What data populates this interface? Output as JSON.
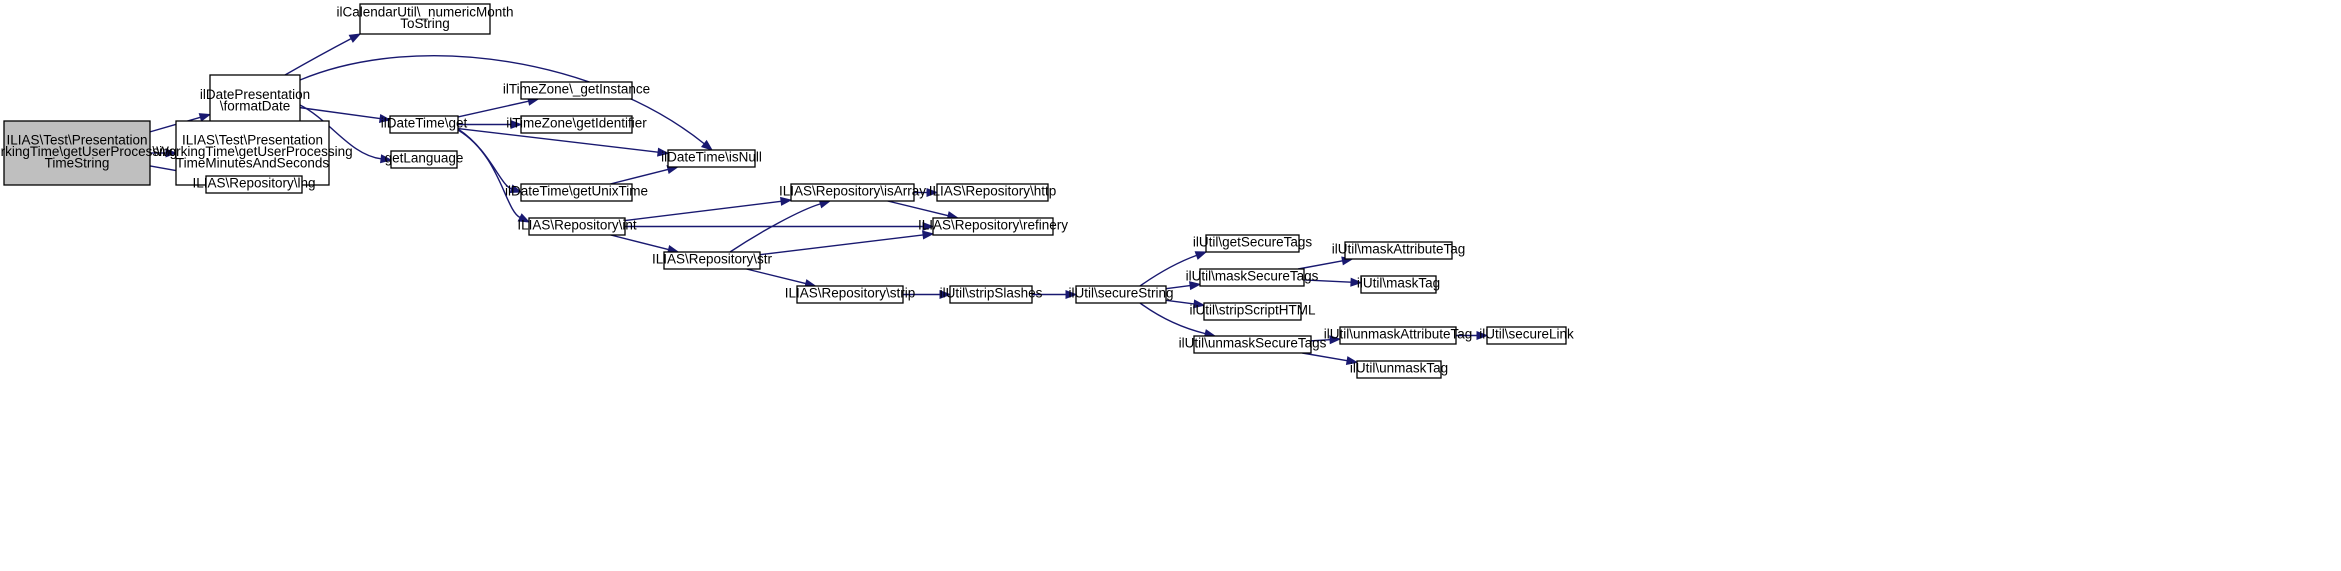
{
  "graph": {
    "edge_color": "#191970",
    "root_fill": "#bfbfbf",
    "nodes": [
      {
        "id": "root",
        "lines": [
          "ILIAS\\Test\\Presentation",
          "\\WorkingTime\\getUserProcessing",
          "TimeString"
        ],
        "root": true
      },
      {
        "id": "formatDate",
        "lines": [
          "ilDatePresentation",
          "\\formatDate"
        ]
      },
      {
        "id": "getMinSec",
        "lines": [
          "ILIAS\\Test\\Presentation",
          "\\WorkingTime\\getUserProcessing",
          "TimeMinutesAndSeconds"
        ]
      },
      {
        "id": "lng",
        "lines": [
          "ILIAS\\Repository\\lng"
        ]
      },
      {
        "id": "numericMonth",
        "lines": [
          "ilCalendarUtil\\_numericMonth",
          "ToString"
        ]
      },
      {
        "id": "dtGet",
        "lines": [
          "ilDateTime\\get"
        ]
      },
      {
        "id": "getLanguage",
        "lines": [
          "getLanguage"
        ]
      },
      {
        "id": "tzGetInstance",
        "lines": [
          "ilTimeZone\\_getInstance"
        ]
      },
      {
        "id": "tzGetIdentifier",
        "lines": [
          "ilTimeZone\\getIdentifier"
        ]
      },
      {
        "id": "isNull",
        "lines": [
          "ilDateTime\\isNull"
        ]
      },
      {
        "id": "getUnixTime",
        "lines": [
          "ilDateTime\\getUnixTime"
        ]
      },
      {
        "id": "repoInt",
        "lines": [
          "ILIAS\\Repository\\int"
        ]
      },
      {
        "id": "repoIsArray",
        "lines": [
          "ILIAS\\Repository\\isArray"
        ]
      },
      {
        "id": "repoHttp",
        "lines": [
          "ILIAS\\Repository\\http"
        ]
      },
      {
        "id": "repoRefinery",
        "lines": [
          "ILIAS\\Repository\\refinery"
        ]
      },
      {
        "id": "repoStr",
        "lines": [
          "ILIAS\\Repository\\str"
        ]
      },
      {
        "id": "repoStrip",
        "lines": [
          "ILIAS\\Repository\\strip"
        ]
      },
      {
        "id": "stripSlashes",
        "lines": [
          "ilUtil\\stripSlashes"
        ]
      },
      {
        "id": "secureString",
        "lines": [
          "ilUtil\\secureString"
        ]
      },
      {
        "id": "getSecureTags",
        "lines": [
          "ilUtil\\getSecureTags"
        ]
      },
      {
        "id": "maskSecureTags",
        "lines": [
          "ilUtil\\maskSecureTags"
        ]
      },
      {
        "id": "stripScriptHTML",
        "lines": [
          "ilUtil\\stripScriptHTML"
        ]
      },
      {
        "id": "unmaskSecureTags",
        "lines": [
          "ilUtil\\unmaskSecureTags"
        ]
      },
      {
        "id": "maskAttributeTag",
        "lines": [
          "ilUtil\\maskAttributeTag"
        ]
      },
      {
        "id": "maskTag",
        "lines": [
          "ilUtil\\maskTag"
        ]
      },
      {
        "id": "unmaskAttributeTag",
        "lines": [
          "ilUtil\\unmaskAttributeTag"
        ]
      },
      {
        "id": "unmaskTag",
        "lines": [
          "ilUtil\\unmaskTag"
        ]
      },
      {
        "id": "secureLink",
        "lines": [
          "ilUtil\\secureLink"
        ]
      }
    ],
    "edges": [
      {
        "from": "root",
        "to": "formatDate"
      },
      {
        "from": "root",
        "to": "getMinSec"
      },
      {
        "from": "root",
        "to": "lng"
      },
      {
        "from": "formatDate",
        "to": "numericMonth"
      },
      {
        "from": "formatDate",
        "to": "isNull"
      },
      {
        "from": "formatDate",
        "to": "dtGet"
      },
      {
        "from": "formatDate",
        "to": "getLanguage"
      },
      {
        "from": "dtGet",
        "to": "tzGetInstance"
      },
      {
        "from": "dtGet",
        "to": "tzGetIdentifier"
      },
      {
        "from": "dtGet",
        "to": "isNull"
      },
      {
        "from": "dtGet",
        "to": "getUnixTime"
      },
      {
        "from": "dtGet",
        "to": "repoInt"
      },
      {
        "from": "getUnixTime",
        "to": "isNull"
      },
      {
        "from": "repoInt",
        "to": "repoIsArray"
      },
      {
        "from": "repoInt",
        "to": "repoRefinery"
      },
      {
        "from": "repoInt",
        "to": "repoStr"
      },
      {
        "from": "repoIsArray",
        "to": "repoHttp"
      },
      {
        "from": "repoIsArray",
        "to": "repoRefinery"
      },
      {
        "from": "repoStr",
        "to": "repoIsArray"
      },
      {
        "from": "repoStr",
        "to": "repoRefinery"
      },
      {
        "from": "repoStr",
        "to": "repoStrip"
      },
      {
        "from": "repoStrip",
        "to": "stripSlashes"
      },
      {
        "from": "stripSlashes",
        "to": "secureString"
      },
      {
        "from": "secureString",
        "to": "getSecureTags"
      },
      {
        "from": "secureString",
        "to": "maskSecureTags"
      },
      {
        "from": "secureString",
        "to": "stripScriptHTML"
      },
      {
        "from": "secureString",
        "to": "unmaskSecureTags"
      },
      {
        "from": "maskSecureTags",
        "to": "maskAttributeTag"
      },
      {
        "from": "maskSecureTags",
        "to": "maskTag"
      },
      {
        "from": "unmaskSecureTags",
        "to": "unmaskAttributeTag"
      },
      {
        "from": "unmaskSecureTags",
        "to": "unmaskTag"
      },
      {
        "from": "unmaskAttributeTag",
        "to": "secureLink"
      }
    ]
  }
}
